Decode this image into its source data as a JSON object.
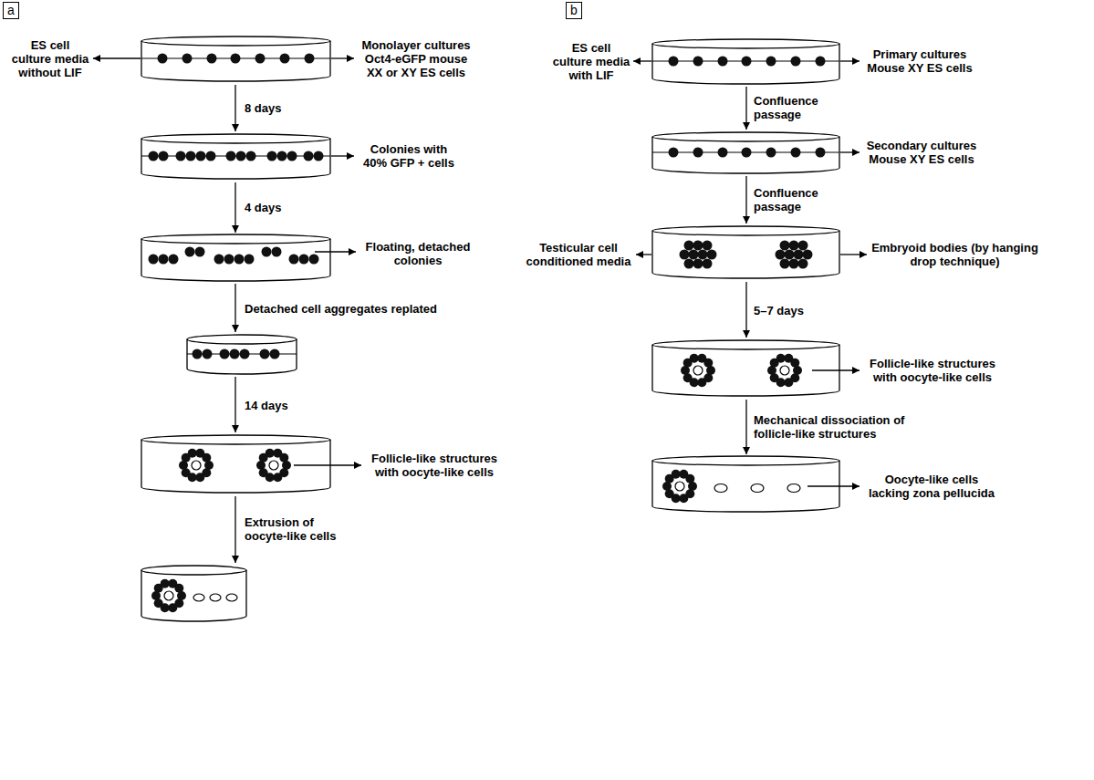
{
  "diagram": {
    "nodes": [
      {
        "text": [
          "a"
        ]
      },
      {
        "text": [
          "b"
        ]
      }
    ],
    "labels": [
      "ES cell culture media without LIF",
      "Monolayer cultures Oct4-eGFP mouse XX or XY ES cells",
      "8 days",
      "Colonies with 40% GFP + cells",
      "4 days",
      "Floating, detached colonies",
      "Detached cell aggregates replated",
      "14 days",
      "Follicle-like structures with oocyte-like cells",
      "Extrusion of oocyte-like cells",
      "ES cell culture media with LIF",
      "Primary cultures Mouse XY ES cells",
      "Confluence passage",
      "Secondary cultures Mouse XY ES cells",
      "Confluence passage",
      "Testicular cell conditioned media",
      "Embryoid bodies (by hanging drop technique)",
      "5–7 days",
      "Follicle-like structures with oocyte-like cells",
      "Mechanical dissociation of follicle-like structures",
      "Oocyte-like cells lacking zona pellucida"
    ]
  }
}
